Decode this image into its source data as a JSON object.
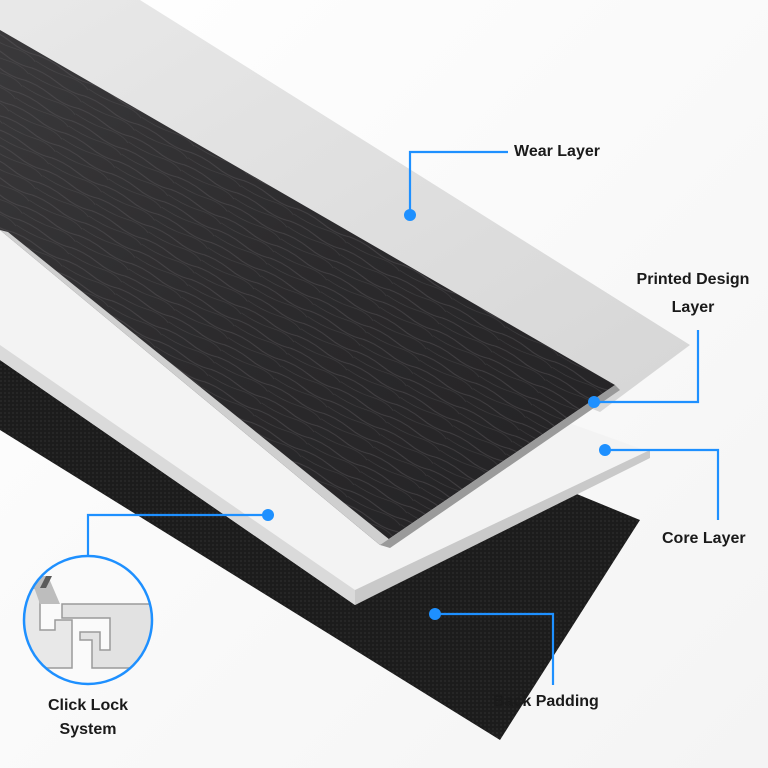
{
  "labels": {
    "wear_layer": "Wear Layer",
    "printed_design_layer": [
      "Printed Design",
      "Layer"
    ],
    "core_layer": "Core Layer",
    "click_lock_system": [
      "Click Lock",
      "System"
    ],
    "back_padding": "Back Padding"
  },
  "colors": {
    "accent": "#1e90ff",
    "wood_dark": "#2c2b2d",
    "wear_film": "#dcdcdc",
    "core": "#f2f2f2",
    "backing": "#1c1c1c"
  }
}
